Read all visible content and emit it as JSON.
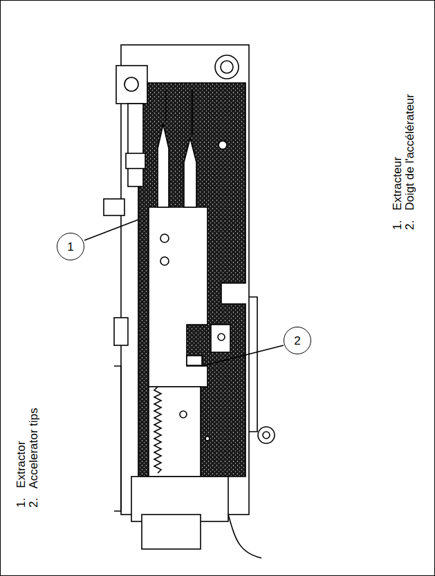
{
  "diagram": {
    "nodes": [
      {
        "text": [
          "1"
        ]
      },
      {
        "text": [
          "2"
        ]
      }
    ],
    "labels": [
      "1.   Extractor",
      "2.   Accelerator tips",
      "1.   Extracteur",
      "2.   Doigt de l'accélérateur"
    ]
  }
}
